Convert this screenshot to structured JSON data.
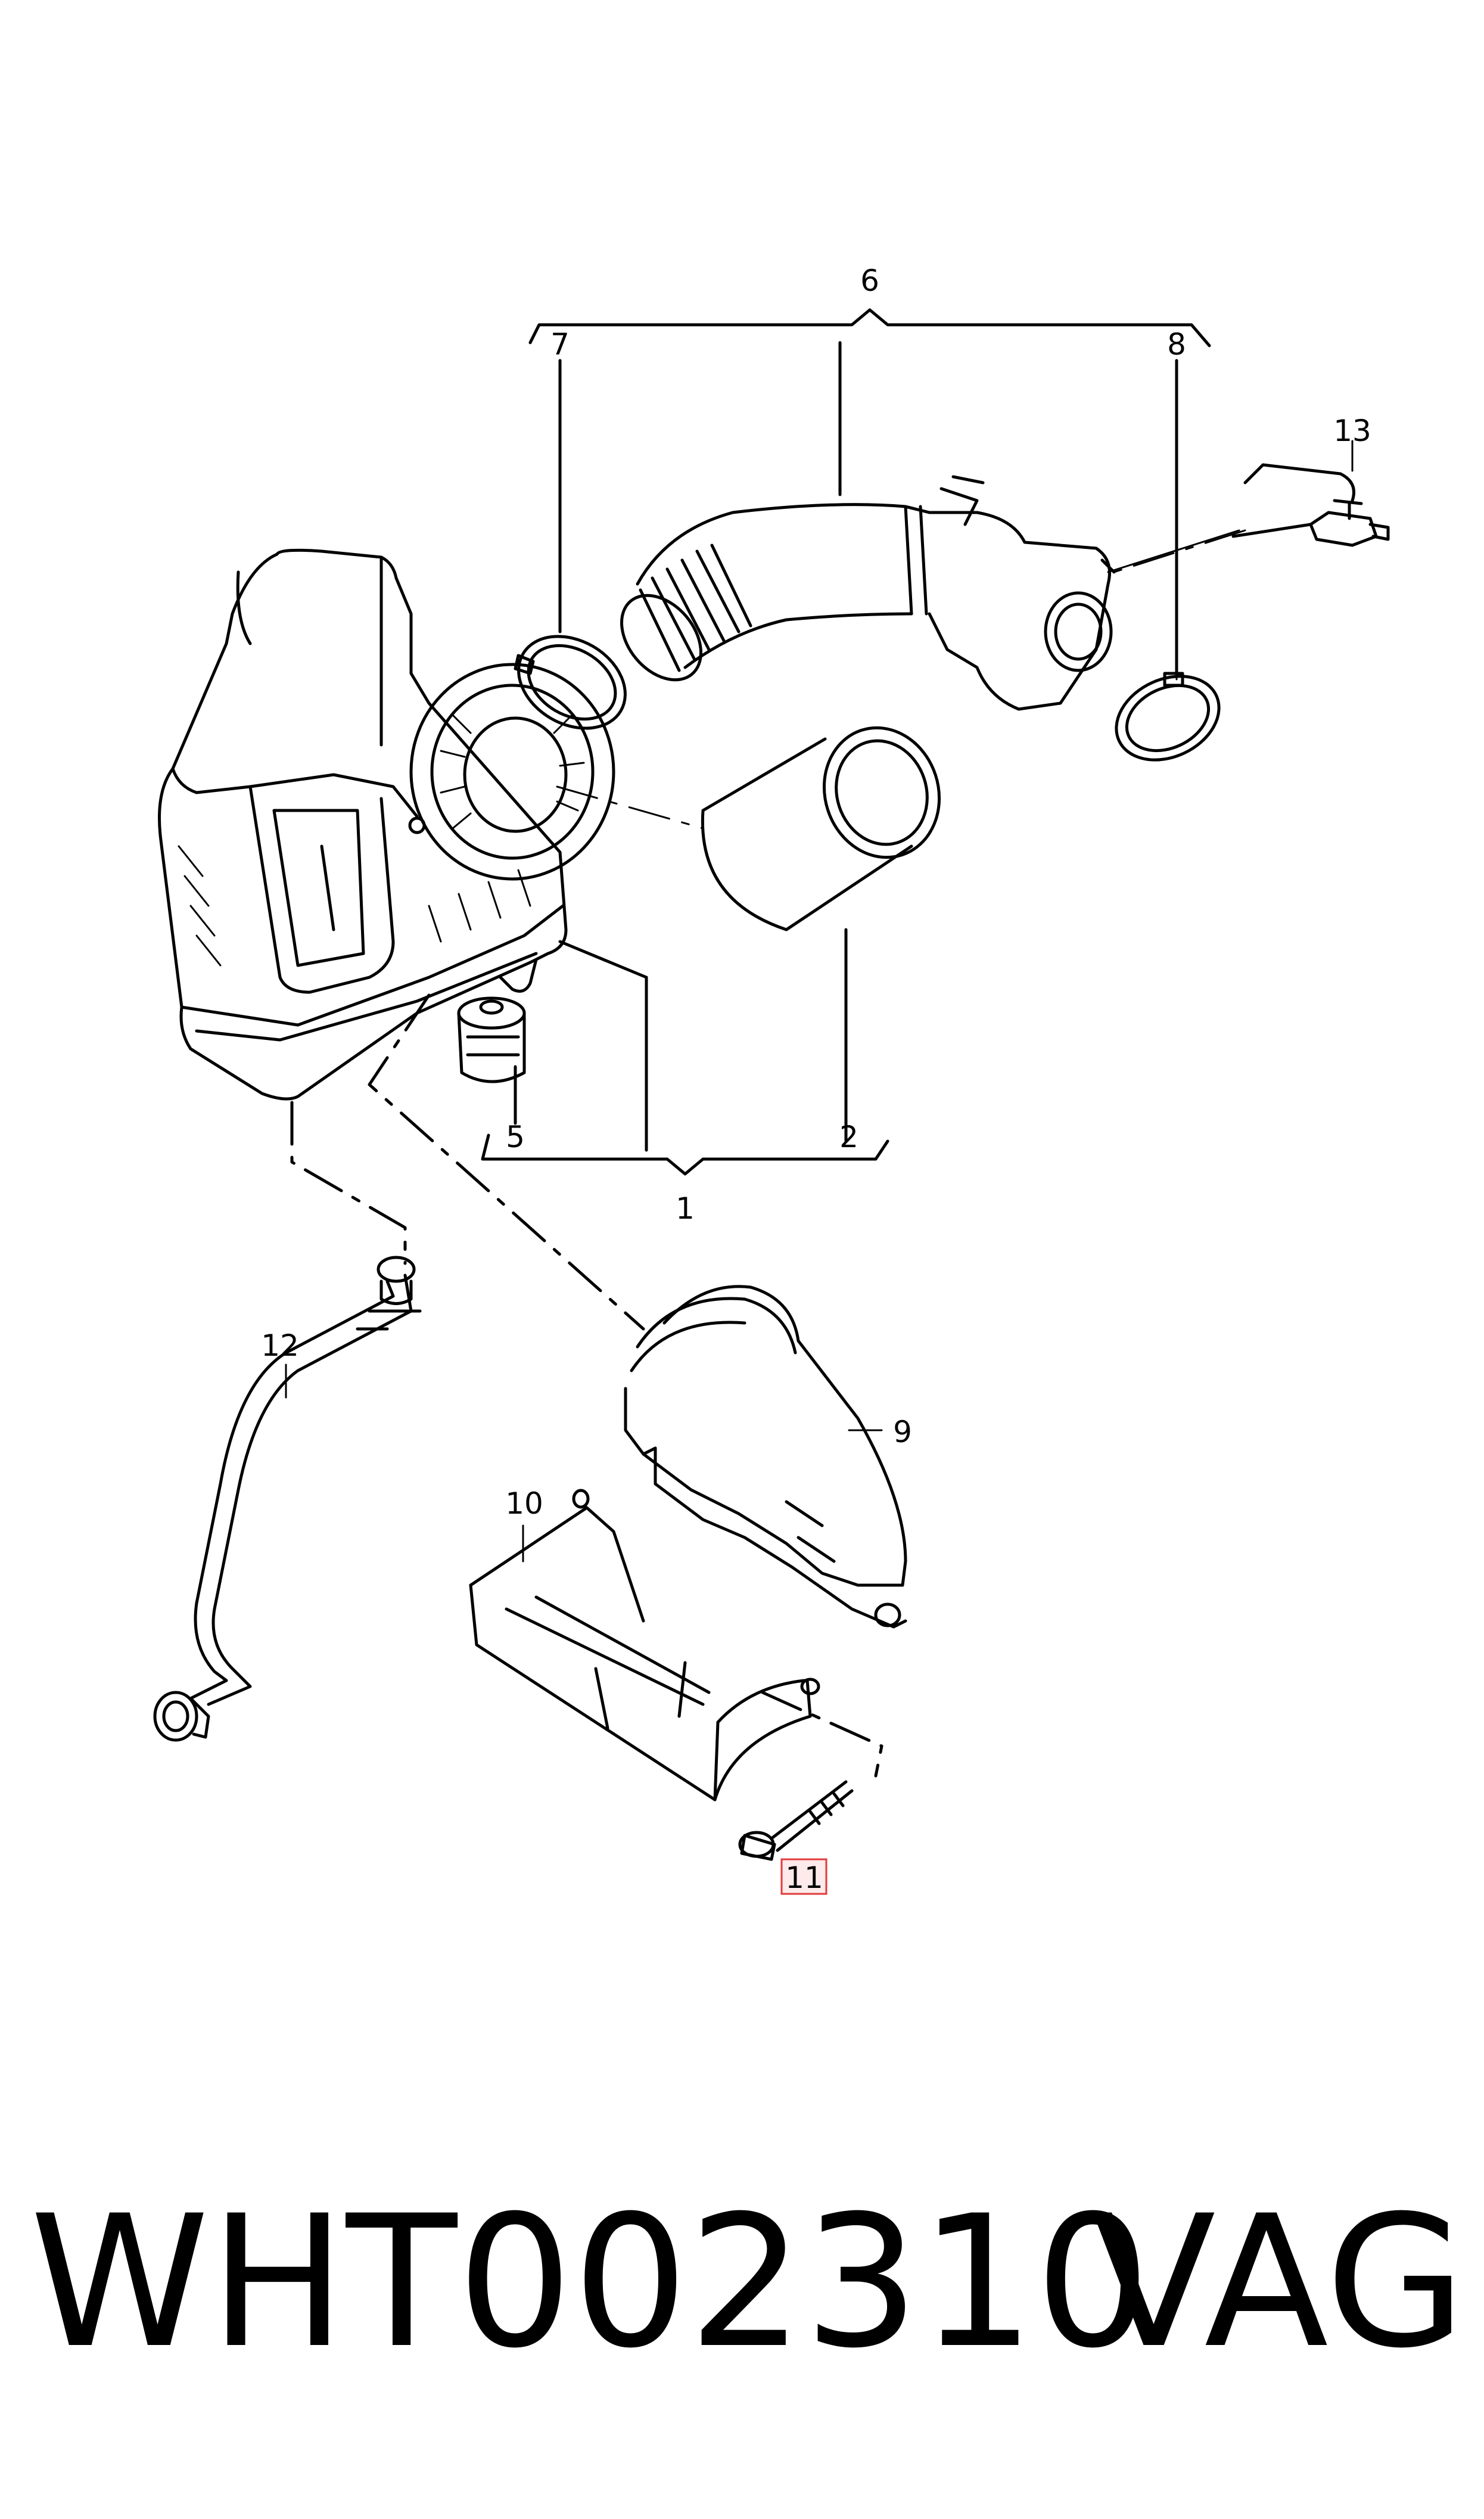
{
  "callouts": {
    "c1": "1",
    "c2": "2",
    "c5": "5",
    "c6": "6",
    "c7": "7",
    "c8": "8",
    "c9": "9",
    "c10": "10",
    "c11": "11",
    "c12": "12",
    "c13": "13"
  },
  "footer": {
    "part_number": "WHT002310",
    "brand": "VAG"
  },
  "colors": {
    "line": "#000000",
    "highlight_box": "#e23b3b",
    "highlight_fill": "#fdeaea",
    "background": "#ffffff"
  }
}
